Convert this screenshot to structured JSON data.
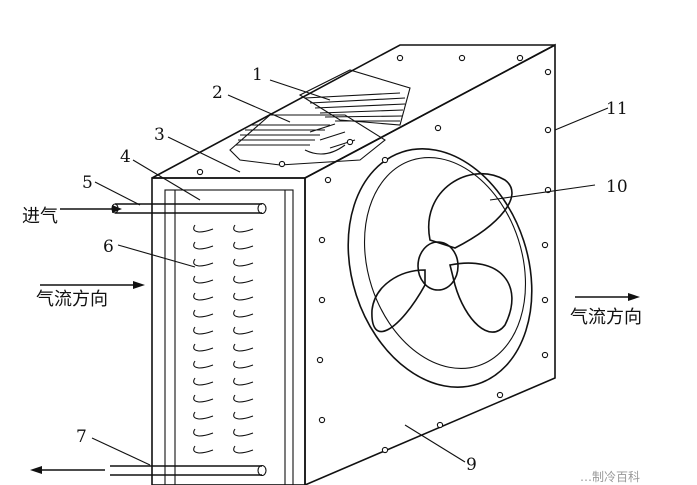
{
  "callouts": {
    "n1": "1",
    "n2": "2",
    "n3": "3",
    "n4": "4",
    "n5": "5",
    "n6": "6",
    "n7": "7",
    "n9": "9",
    "n10": "10",
    "n11": "11"
  },
  "labels": {
    "inlet_gas": "进气",
    "airflow_left": "气流方向",
    "airflow_right": "气流方向"
  },
  "watermark": "…制冷百科",
  "colors": {
    "line": "#111111",
    "background": "#ffffff"
  }
}
